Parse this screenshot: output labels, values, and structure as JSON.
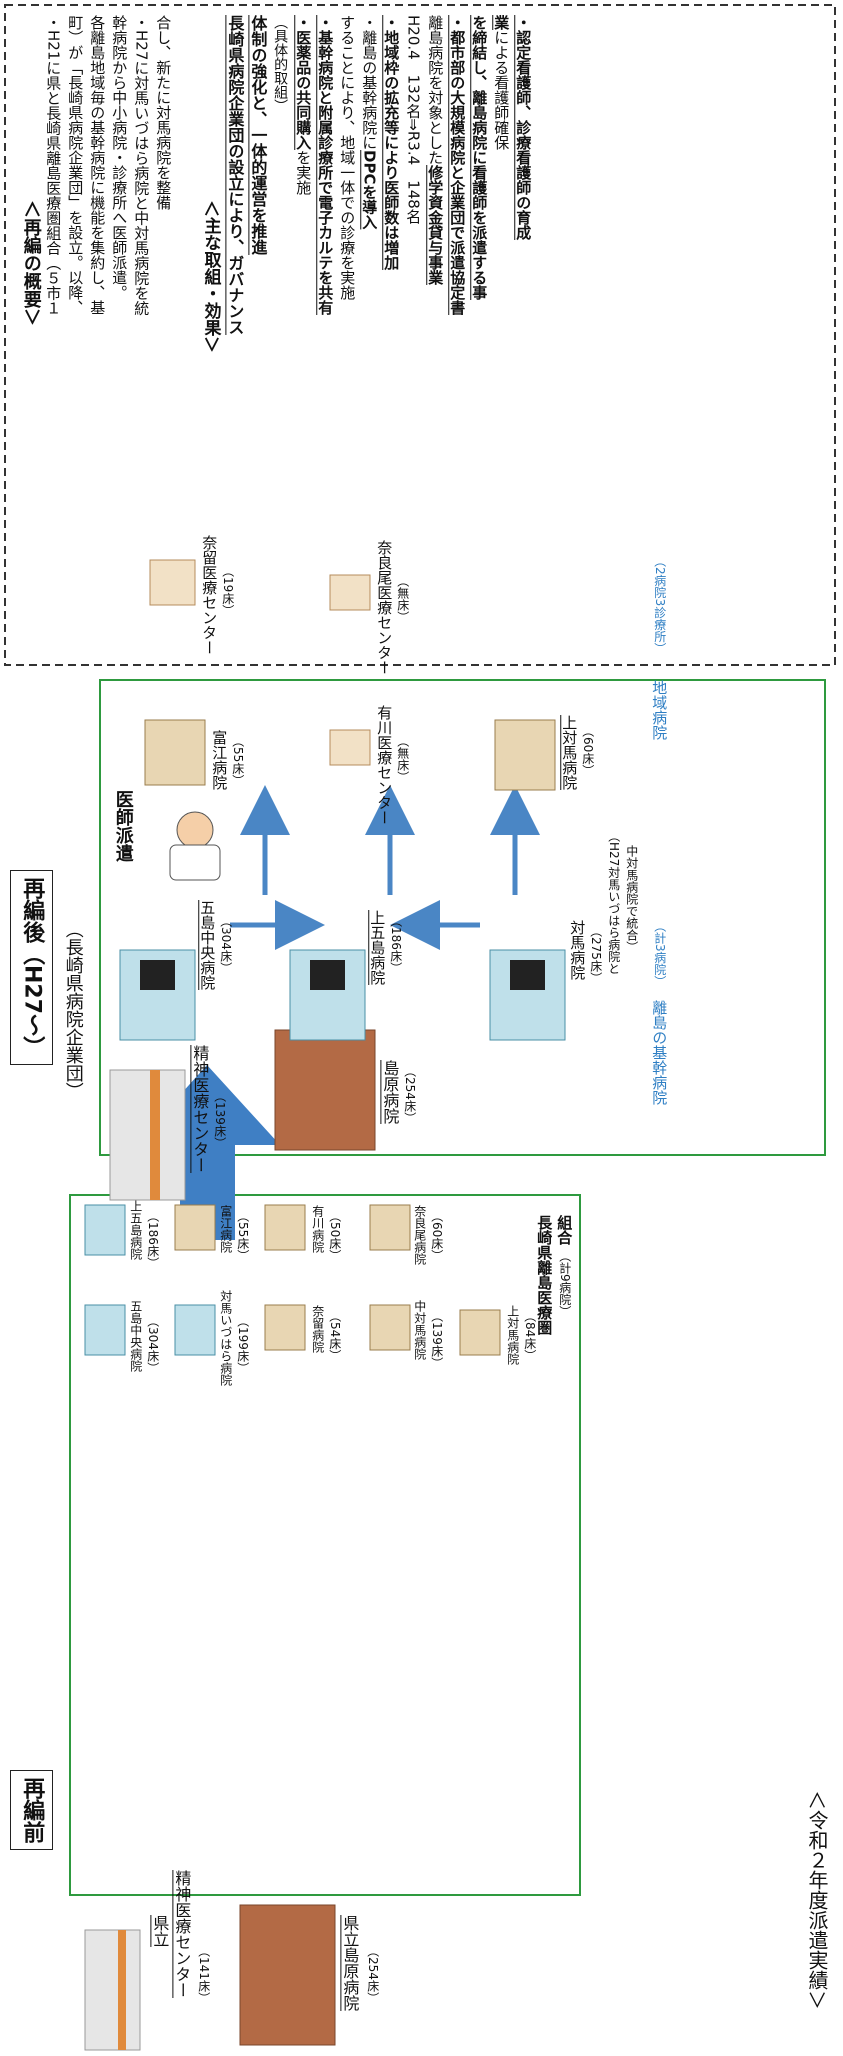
{
  "header": {
    "before_title": "再編前",
    "after_title": "再編後（H27～）",
    "corp_label": "（長崎県病院企業団）"
  },
  "before": {
    "hospitals": [
      {
        "name": "県立",
        "name2": "精神医療センター",
        "beds": "（141床）"
      },
      {
        "name": "県立島原病院",
        "beds": "（254床）"
      }
    ],
    "group_items": [
      {
        "name": "五島中央病院",
        "beds": "（304床）"
      },
      {
        "name": "上五島病院",
        "beds": "（186床）"
      },
      {
        "name": "対馬いづはら病院",
        "beds": "（199床）"
      },
      {
        "name": "富江病院",
        "beds": "（55床）"
      },
      {
        "name": "有川病院",
        "beds": "（50床）"
      },
      {
        "name": "奈留病院",
        "beds": "（54床）"
      },
      {
        "name": "中対馬病院",
        "beds": "（139床）"
      },
      {
        "name": "奈良尾病院",
        "beds": "（60床）"
      },
      {
        "name": "上対馬病院",
        "beds": "（84床）"
      }
    ],
    "group_label": "長崎県離島医療圏",
    "group_label2": "組合",
    "group_count": "（計9病院）"
  },
  "after": {
    "mental": {
      "name": "精神医療センター",
      "beds": "（139床）"
    },
    "shimabara": {
      "name": "島原病院",
      "beds": "（254床）"
    },
    "goto_chuo": {
      "name": "五島中央病院",
      "beds": "（304床）"
    },
    "kamigoto": {
      "name": "上五島病院",
      "beds": "（186床）"
    },
    "tsushima": {
      "name": "対馬病院",
      "beds": "（275床）",
      "note1": "（H27対馬いづはら病院と",
      "note2": "中対馬病院で統合）"
    },
    "tomie": {
      "name": "富江病院",
      "beds": "（55床）"
    },
    "naru": {
      "name": "奈留医療センター",
      "beds": "（19床）"
    },
    "arikawa": {
      "name": "有川医療センター",
      "beds": "（無床）"
    },
    "naraō": {
      "name": "奈良尾医療センター",
      "beds": "（無床）"
    },
    "kamitsushima": {
      "name": "上対馬病院",
      "beds": "（60床）"
    },
    "doctor_dispatch": "医師派遣",
    "core_label": "離島の基幹病院",
    "core_count": "（計3病院）",
    "regional_label": "地域病院",
    "regional_count": "（2病院3診療所）"
  },
  "summary": {
    "title": "＜再編の概要＞",
    "lines": [
      "・H21に県と長崎県離島医療圏組合（５市１",
      "町）が「長崎県病院企業団」を設立。以降、",
      "各離島地域毎の基幹病院に機能を集約し、基",
      "幹病院から中小病院・診療所へ医師派遣。",
      "・H27に対馬いづはら病院と中対馬病院を統",
      "合し、新たに対馬病院を整備"
    ]
  },
  "effects": {
    "title": "＜主な取組・効果＞",
    "lead1": "長崎県病院企業団の設立により、ガバナンス",
    "lead2": "体制の強化と、一体的運営を推進",
    "concrete": "（具体的取組）",
    "l1a": "・医薬品の共同購入",
    "l1b": "を実施",
    "l2": "・基幹病院と附属診療所で電子カルテを共有",
    "l3": "することにより、地域一体での診療を実施",
    "l4a": "・離島の基幹病院に",
    "l4b": "DPCを導入",
    "l5": "・地域枠の拡充等により医師数は増加",
    "l6": "H20.4　132名⇒R3.4　148名",
    "l7a": "離島病院を対象とした",
    "l7b": "修学資金貸与事業",
    "l8": "・都市部の大規模病院と企業団で派遣協定書",
    "l9": "を締結し、離島病院に看護師を派遣する事",
    "l10a": "業",
    "l10b": "による看護師確保",
    "l11": "・認定看護師、診療看護師の育成"
  },
  "footer": "＜令和２年度派遣実績＞"
}
